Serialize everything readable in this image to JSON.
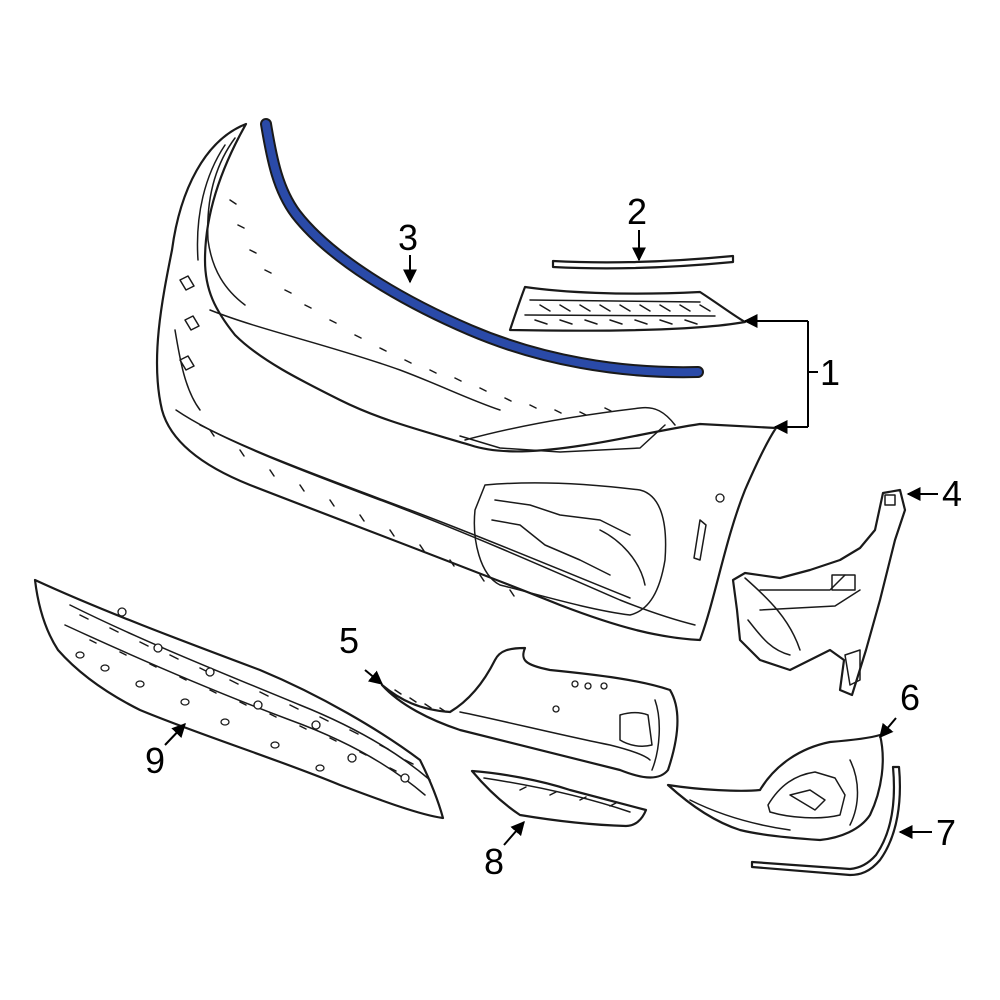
{
  "colors": {
    "line": "#1a1a1a",
    "highlight_part": "#2a4aa8",
    "background": "#ffffff"
  },
  "callouts": [
    "1",
    "2",
    "3",
    "4",
    "5",
    "6",
    "7",
    "8",
    "9"
  ],
  "highlighted_callout": "3"
}
